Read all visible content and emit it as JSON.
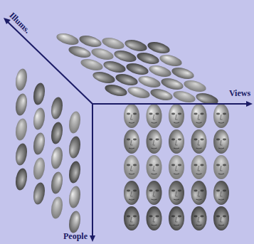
{
  "diagram": {
    "labels": [
      "Illums.",
      "Views",
      "People"
    ]
  }
}
